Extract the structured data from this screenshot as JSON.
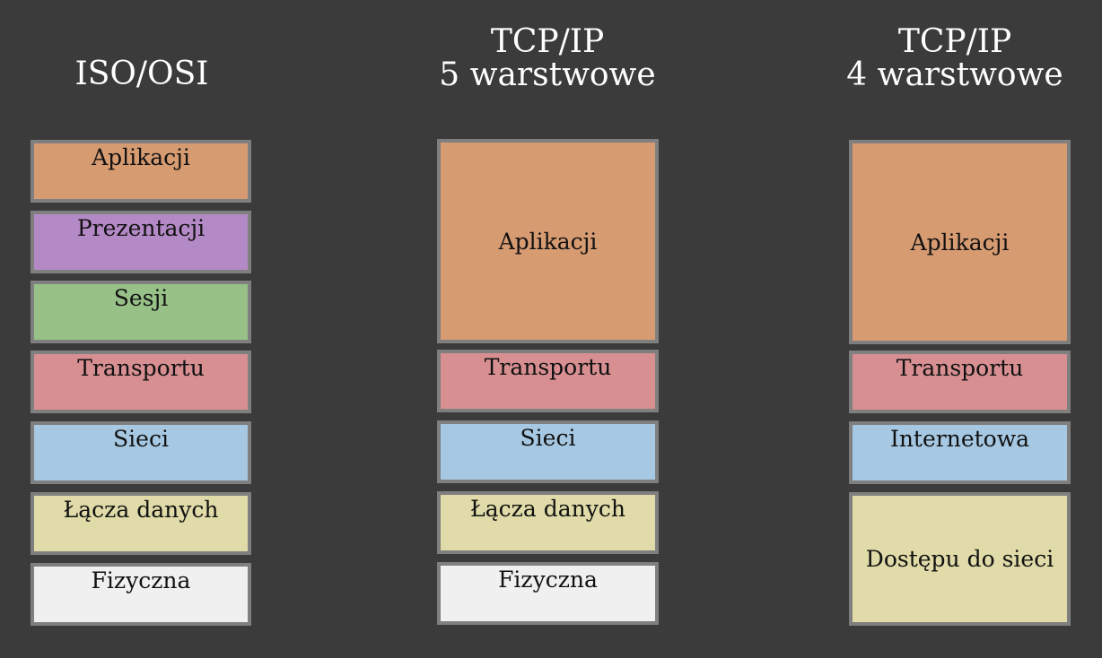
{
  "columns": [
    {
      "title_lines": [
        "ISO/OSI"
      ],
      "layers": [
        {
          "label": "Aplikacji",
          "color": "#d79b72"
        },
        {
          "label": "Prezentacji",
          "color": "#b48ac6"
        },
        {
          "label": "Sesji",
          "color": "#98c188"
        },
        {
          "label": "Transportu",
          "color": "#d78f92"
        },
        {
          "label": "Sieci",
          "color": "#a6c8e2"
        },
        {
          "label": "Łącza danych",
          "color": "#e0dba8"
        },
        {
          "label": "Fizyczna",
          "color": "#f0f0f0"
        }
      ]
    },
    {
      "title_lines": [
        "TCP/IP",
        "5 warstwowe"
      ],
      "layers": [
        {
          "label": "Aplikacji",
          "color": "#d79b72"
        },
        {
          "label": "Transportu",
          "color": "#d78f92"
        },
        {
          "label": "Sieci",
          "color": "#a6c8e2"
        },
        {
          "label": "Łącza danych",
          "color": "#e0dba8"
        },
        {
          "label": "Fizyczna",
          "color": "#f0f0f0"
        }
      ]
    },
    {
      "title_lines": [
        "TCP/IP",
        "4 warstwowe"
      ],
      "layers": [
        {
          "label": "Aplikacji",
          "color": "#d79b72"
        },
        {
          "label": "Transportu",
          "color": "#d78f92"
        },
        {
          "label": "Internetowa",
          "color": "#a6c8e2"
        },
        {
          "label": "Dostępu do sieci",
          "color": "#e0dba8"
        }
      ]
    }
  ]
}
